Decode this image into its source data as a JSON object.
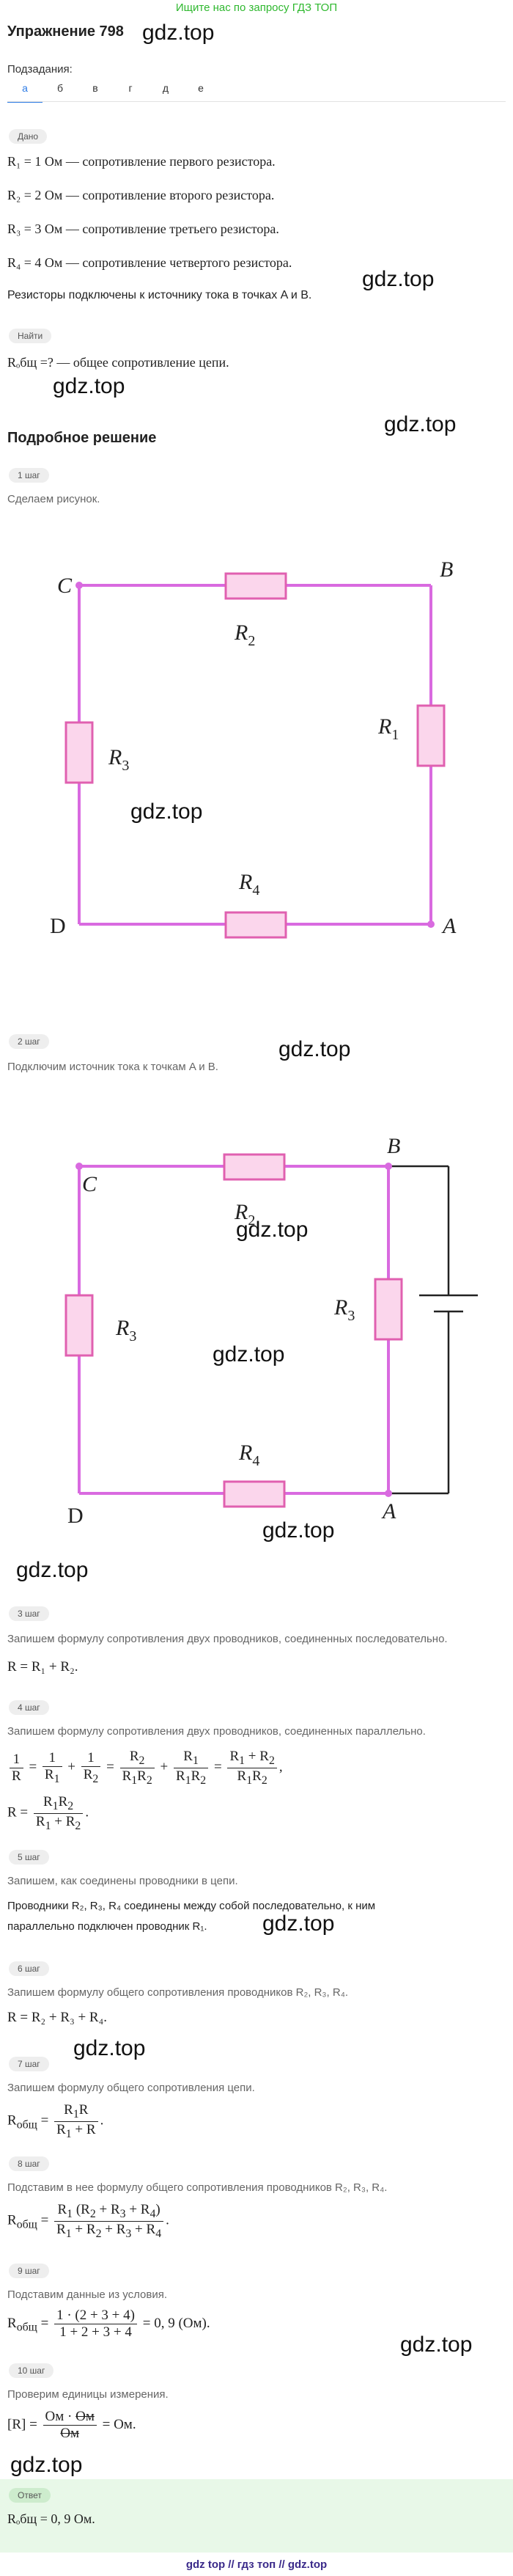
{
  "banner": "Ищите нас по запросу ГДЗ ТОП",
  "title": "Упражнение 798",
  "watermark": "gdz.top",
  "subtasks_label": "Подзадания:",
  "tabs": [
    "а",
    "б",
    "в",
    "г",
    "д",
    "е"
  ],
  "given_badge": "Дано",
  "given": [
    "R₁ = 1 Ом — сопротивление первого резистора.",
    "R₂ = 2 Ом — сопротивление второго резистора.",
    "R₃ = 3 Ом — сопротивление третьего резистора.",
    "R₄ = 4 Ом — сопротивление четвертого резистора."
  ],
  "connection_note": "Резисторы подключены к источнику тока в точках A и B.",
  "find_badge": "Найти",
  "find": "Rₒбщ =? — общее сопротивление цепи.",
  "solution_title": "Подробное решение",
  "steps": [
    {
      "badge": "1 шаг",
      "text": "Сделаем рисунок."
    },
    {
      "badge": "2 шаг",
      "text": "Подключим источник тока к точкам A и B."
    },
    {
      "badge": "3 шаг",
      "text": "Запишем формулу сопротивления двух проводников, соединенных последовательно."
    },
    {
      "badge": "4 шаг",
      "text": "Запишем формулу сопротивления двух проводников, соединенных параллельно."
    },
    {
      "badge": "5 шаг",
      "text": "Запишем, как соединены проводники в цепи."
    },
    {
      "badge": "6 шаг",
      "text": "Запишем формулу общего сопротивления проводников R₂, R₃, R₄."
    },
    {
      "badge": "7 шаг",
      "text": "Запишем формулу общего сопротивления цепи."
    },
    {
      "badge": "8 шаг",
      "text": "Подставим в нее формулу общего сопротивления проводников R₂, R₃, R₄."
    },
    {
      "badge": "9 шаг",
      "text": "Подставим данные из условия."
    },
    {
      "badge": "10 шаг",
      "text": "Проверим единицы измерения."
    }
  ],
  "step3_formula": "R = R₁ + R₂.",
  "step5_text": "Проводники R₂, R₃, R₄ соединены между собой последовательно, к ним",
  "step5_text2": "параллельно подключен проводник R₁.",
  "step6_formula": "R = R₂ + R₃ + R₄.",
  "answer_badge": "Ответ",
  "answer": "Rₒбщ = 0, 9 Ом.",
  "footer": "gdz top // гдз топ // gdz.top",
  "diagram1": {
    "C": "C",
    "B": "B",
    "D": "D",
    "A": "A",
    "R1": "R",
    "R2": "R",
    "R3": "R",
    "R4": "R",
    "s1": "1",
    "s2": "2",
    "s3": "3",
    "s4": "4"
  },
  "diagram2": {
    "C": "C",
    "B": "B",
    "D": "D",
    "A": "A"
  },
  "colors": {
    "wire": "#d96ae0",
    "resistor_fill": "#fbd6ec",
    "resistor_stroke": "#e060b0",
    "accent": "#2d7be5",
    "answer_bg": "#e8f8e8"
  }
}
